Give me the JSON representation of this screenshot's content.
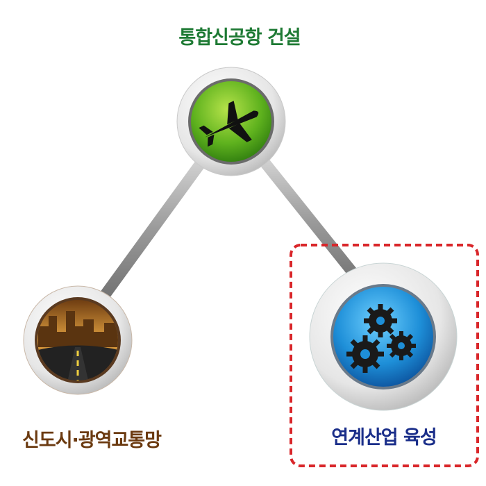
{
  "nodes": [
    {
      "label": "통합신공항 건설",
      "icon": "airplane-icon",
      "color": "#4aa320"
    },
    {
      "label": "신도시·광역교통망",
      "icon": "city-road-icon",
      "color": "#b0741e"
    },
    {
      "label": "연계산업 육성",
      "icon": "gears-icon",
      "color": "#1e8fd8"
    }
  ],
  "highlight_color": "#d9262a"
}
